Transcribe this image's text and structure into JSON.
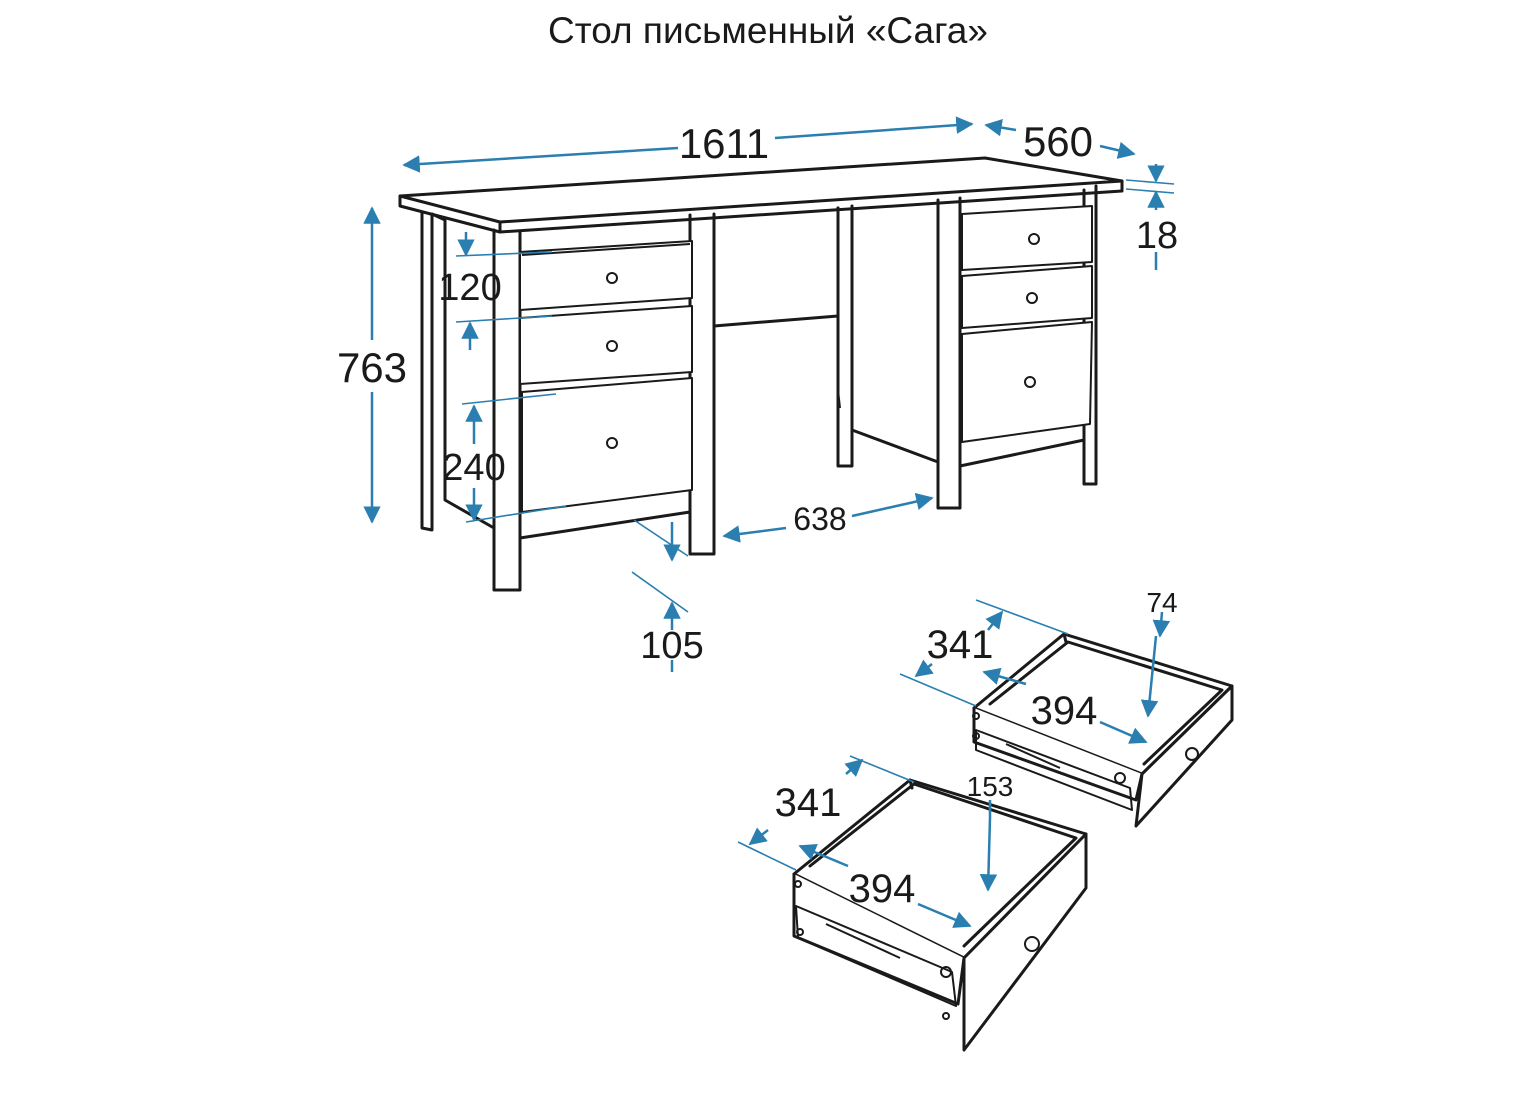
{
  "title": "Стол письменный «Сага»",
  "dimensions": {
    "width": "1611",
    "depth": "560",
    "top_thickness": "18",
    "height": "763",
    "small_drawer_height": "120",
    "large_drawer_height": "240",
    "knee_space": "638",
    "leg_setback": "105",
    "drawer_small_depth": "341",
    "drawer_small_width": "394",
    "drawer_small_side_height": "74",
    "drawer_large_depth": "341",
    "drawer_large_width": "394",
    "drawer_large_side_height": "153"
  },
  "colors": {
    "dimension_line": "#2a7fb0",
    "outline": "#1a1a1a"
  }
}
